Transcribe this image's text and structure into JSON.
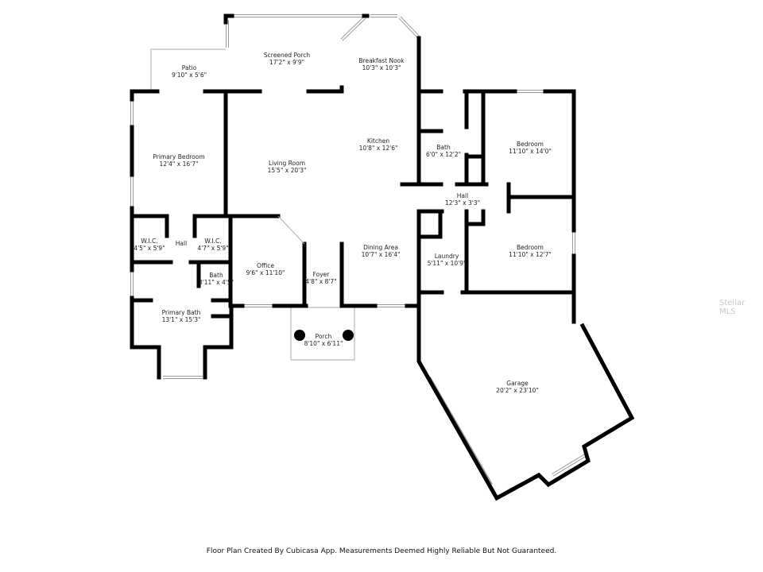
{
  "rooms": [
    {
      "name": "Screened Porch",
      "size": "17'2\" x 9'9\""
    },
    {
      "name": "Patio",
      "size": "9'10\" x 5'6\""
    },
    {
      "name": "Breakfast Nook",
      "size": "10'3\" x 10'3\""
    },
    {
      "name": "Primary Bedroom",
      "size": "12'4\" x 16'7\""
    },
    {
      "name": "Living Room",
      "size": "15'5\" x 20'3\""
    },
    {
      "name": "Kitchen",
      "size": "10'8\" x 12'6\""
    },
    {
      "name": "Bath",
      "size": "6'0\" x 12'2\""
    },
    {
      "name": "Bedroom",
      "size": "11'10\" x 14'0\""
    },
    {
      "name": "Hall",
      "size": "12'3\" x 3'3\""
    },
    {
      "name": "W.I.C.",
      "size": "4'5\" x 5'9\""
    },
    {
      "name": "Hall",
      "size": ""
    },
    {
      "name": "W.I.C.",
      "size": "4'7\" x 5'9\""
    },
    {
      "name": "Bath",
      "size": "3'11\" x 4'5\""
    },
    {
      "name": "Office",
      "size": "9'6\" x 11'10\""
    },
    {
      "name": "Foyer",
      "size": "4'8\" x 8'7\""
    },
    {
      "name": "Dining Area",
      "size": "10'7\" x 16'4\""
    },
    {
      "name": "Laundry",
      "size": "5'11\" x 10'9\""
    },
    {
      "name": "Bedroom",
      "size": "11'10\" x 12'7\""
    },
    {
      "name": "Primary Bath",
      "size": "13'1\" x 15'3\""
    },
    {
      "name": "Porch",
      "size": "8'10\" x 6'11\""
    },
    {
      "name": "Garage",
      "size": "20'2\" x 23'10\""
    }
  ],
  "footer": "Floor Plan Created By Cubicasa App. Measurements Deemed Highly Reliable But Not Guaranteed.",
  "watermark": "Stellar MLS"
}
